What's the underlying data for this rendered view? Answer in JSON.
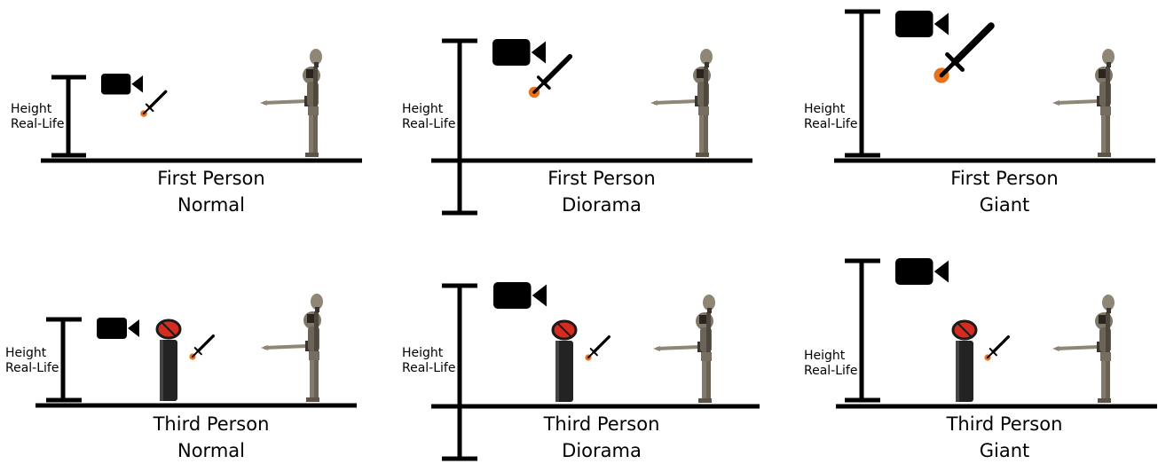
{
  "height_label_line1": "Height",
  "height_label_line2": "Real-Life",
  "panels": [
    {
      "title": "First Person",
      "mode": "Normal"
    },
    {
      "title": "First Person",
      "mode": "Diorama"
    },
    {
      "title": "First Person",
      "mode": "Giant"
    },
    {
      "title": "Third Person",
      "mode": "Normal"
    },
    {
      "title": "Third Person",
      "mode": "Diorama"
    },
    {
      "title": "Third Person",
      "mode": "Giant"
    }
  ],
  "icons": [
    "height-bracket-icon",
    "camera-icon",
    "sword-icon",
    "skeleton-knight-icon",
    "player-pillar-icon",
    "player-head-icon"
  ],
  "colors": {
    "ink": "#000000",
    "sword_pommel": "#e8721c",
    "player_head": "#d62b1f",
    "pillar": "#232323",
    "skeleton_bone": "#8f8676",
    "skeleton_dark": "#3a352e"
  }
}
